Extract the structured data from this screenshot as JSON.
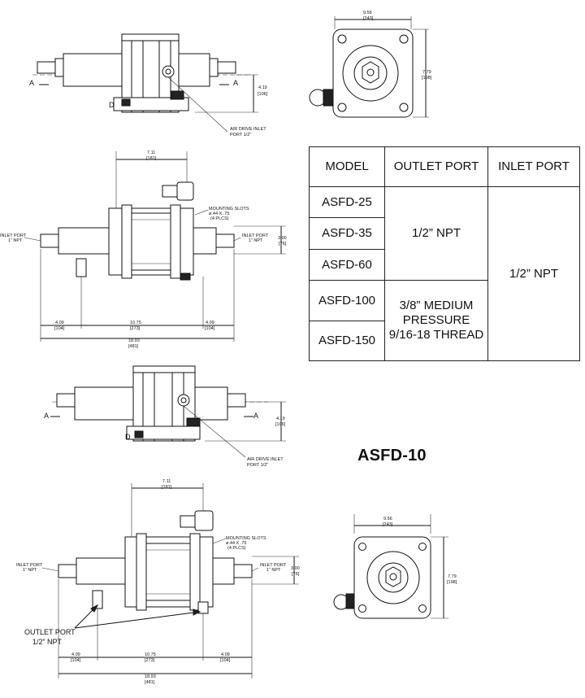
{
  "title": "ASFD-10",
  "table": {
    "headers": [
      "MODEL",
      "OUTLET PORT",
      "INLET PORT"
    ],
    "models": [
      "ASFD-25",
      "ASFD-35",
      "ASFD-60",
      "ASFD-100",
      "ASFD-150"
    ],
    "outlet_group1": "1/2” NPT",
    "outlet_group2_lines": [
      "3/8” MEDIUM",
      "PRESSURE",
      "9/16-18 THREAD"
    ],
    "inlet": "1/2” NPT"
  },
  "top": {
    "side_a_left": "A",
    "side_a_right": "A",
    "side_d": "D",
    "height_dim": "4.19",
    "height_dim_mm": "[106]",
    "air_drive_line1": "AIR DRIVE INLET",
    "air_drive_line2": "PORT 1/2”",
    "end_width": "9.56",
    "end_width_mm": "[243]",
    "end_height": "7.79",
    "end_height_mm": "[198]"
  },
  "plan1": {
    "top_dim": "7.11",
    "top_dim_mm": "[181]",
    "mounting_line1": "MOUNTING SLOTS",
    "mounting_line2": "ø.44 X .75",
    "mounting_line3": "(4 PLCS)",
    "inlet_left_line1": "INLET PORT",
    "inlet_left_line2": "1” NPT",
    "inlet_right_line1": "INLET PORT",
    "inlet_right_line2": "1” NPT",
    "right_dim": "3.00",
    "right_dim_mm": "[76]",
    "dim_left": "4.09",
    "dim_left_mm": "[104]",
    "dim_mid": "10.75",
    "dim_mid_mm": "[273]",
    "dim_right": "4.09",
    "dim_right_mm": "[104]",
    "overall": "18.93",
    "overall_mm": "[481]"
  },
  "side2": {
    "side_a_left": "A",
    "side_a_right": "A",
    "side_d": "D",
    "height_dim": "4.19",
    "height_dim_mm": "[106]",
    "air_drive_line1": "AIR DRIVE INLET",
    "air_drive_line2": "PORT 1/2”"
  },
  "plan2": {
    "top_dim": "7.11",
    "top_dim_mm": "[181]",
    "mounting_line1": "MOUNTING SLOTS",
    "mounting_line2": "ø.44 X .75",
    "mounting_line3": "(4 PLCS)",
    "inlet_left_line1": "INLET PORT",
    "inlet_left_line2": "1” NPT",
    "inlet_right_line1": "INLET PORT",
    "inlet_right_line2": "1” NPT",
    "right_dim": "3.00",
    "right_dim_mm": "[76]",
    "outlet_line1": "OUTLET PORT",
    "outlet_line2": "1/2” NPT",
    "dim_left": "4.09",
    "dim_left_mm": "[104]",
    "dim_mid": "10.75",
    "dim_mid_mm": "[273]",
    "dim_right": "4.09",
    "dim_right_mm": "[104]",
    "overall": "18.93",
    "overall_mm": "[481]"
  },
  "end2": {
    "end_width": "9.56",
    "end_width_mm": "[243]",
    "end_height": "7.79",
    "end_height_mm": "[198]"
  }
}
